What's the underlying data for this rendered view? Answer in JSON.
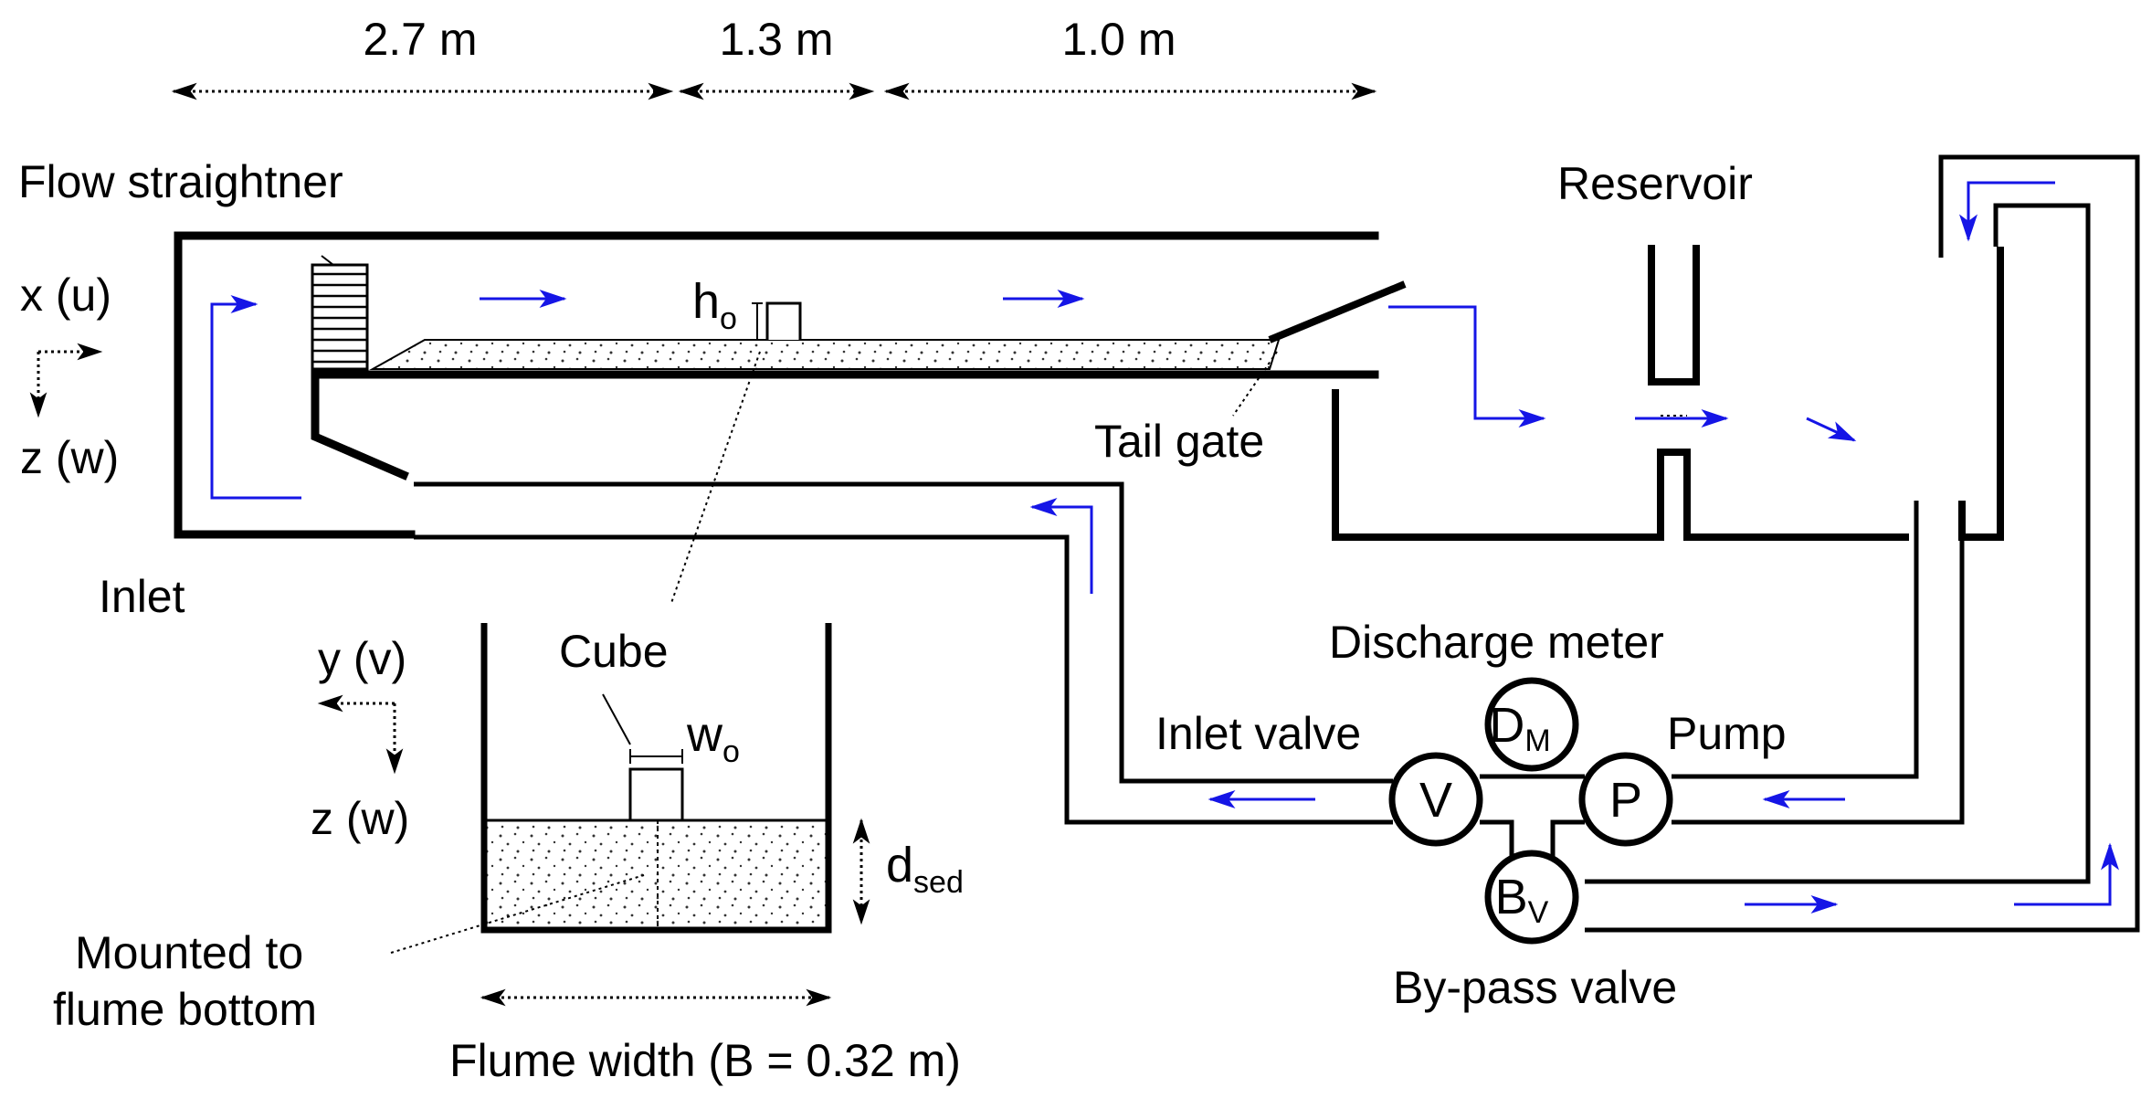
{
  "dimensions": {
    "seg1": "2.7 m",
    "seg2": "1.3 m",
    "seg3": "1.0 m"
  },
  "labels": {
    "flow_straightener": "Flow straightner",
    "x_axis": "x (u)",
    "z_axis": "z (w)",
    "inlet": "Inlet",
    "h_o": "h",
    "h_o_sub": "o",
    "reservoir": "Reservoir",
    "tail_gate": "Tail gate",
    "discharge_meter": "Discharge meter",
    "inlet_valve": "Inlet valve",
    "pump": "Pump",
    "bypass_valve": "By-pass valve"
  },
  "valves": {
    "inlet_valve": "V",
    "pump": "P",
    "meter": "D",
    "meter_sub": "M",
    "bypass": "B",
    "bypass_sub": "V"
  },
  "cross_section": {
    "y_axis": "y (v)",
    "z_axis": "z (w)",
    "cube": "Cube",
    "w_o": "w",
    "w_o_sub": "o",
    "d_sed": "d",
    "d_sed_sub": "sed",
    "mounted_line1": "Mounted to",
    "mounted_line2": "flume bottom",
    "flume_width": "Flume width (B = 0.32 m)"
  },
  "colors": {
    "flow_arrow": "#1515e6",
    "line": "#000000"
  }
}
